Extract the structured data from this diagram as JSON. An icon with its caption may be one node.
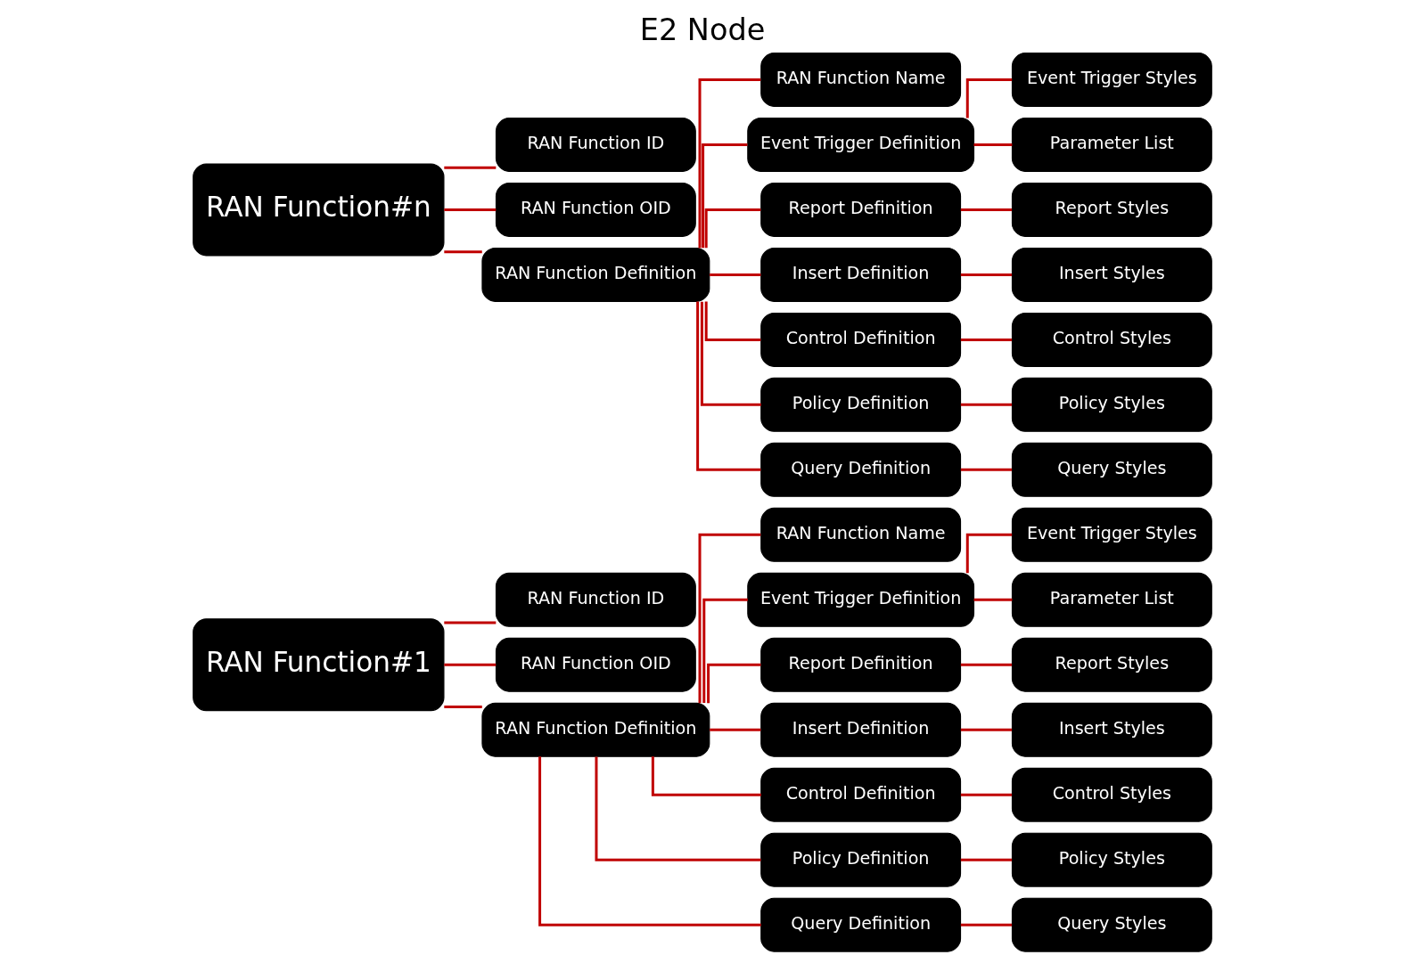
{
  "diagram": {
    "title": "E2 Node",
    "nodes": [
      {
        "text": [
          "RAN Function#1"
        ]
      },
      {
        "text": [
          "RAN Function ID"
        ]
      },
      {
        "text": [
          "RAN Function OID"
        ]
      },
      {
        "text": [
          "RAN Function Definition"
        ]
      },
      {
        "text": [
          "RAN Function Name"
        ]
      },
      {
        "text": [
          "Event Trigger Definition"
        ]
      },
      {
        "text": [
          "Report Definition"
        ]
      },
      {
        "text": [
          "Insert Definition"
        ]
      },
      {
        "text": [
          "Control Definition"
        ]
      },
      {
        "text": [
          "Policy Definition"
        ]
      },
      {
        "text": [
          "Query Definition"
        ]
      },
      {
        "text": [
          "Event Trigger Styles"
        ]
      },
      {
        "text": [
          "Parameter List"
        ]
      },
      {
        "text": [
          "Report Styles"
        ]
      },
      {
        "text": [
          "Insert Styles"
        ]
      },
      {
        "text": [
          "Control Styles"
        ]
      },
      {
        "text": [
          "Policy Styles"
        ]
      },
      {
        "text": [
          "Query Styles"
        ]
      },
      {
        "text": [
          "RAN Function#n"
        ]
      },
      {
        "text": [
          "RAN Function ID"
        ]
      },
      {
        "text": [
          "RAN Function OID"
        ]
      },
      {
        "text": [
          "RAN Function Definition"
        ]
      },
      {
        "text": [
          "RAN Function Name"
        ]
      },
      {
        "text": [
          "Event Trigger Definition"
        ]
      },
      {
        "text": [
          "Report Definition"
        ]
      },
      {
        "text": [
          "Insert Definition"
        ]
      },
      {
        "text": [
          "Control Definition"
        ]
      },
      {
        "text": [
          "Policy Definition"
        ]
      },
      {
        "text": [
          "Query Definition"
        ]
      },
      {
        "text": [
          "Event Trigger Styles"
        ]
      },
      {
        "text": [
          "Parameter List"
        ]
      },
      {
        "text": [
          "Report Styles"
        ]
      },
      {
        "text": [
          "Insert Styles"
        ]
      },
      {
        "text": [
          "Control Styles"
        ]
      },
      {
        "text": [
          "Policy Styles"
        ]
      },
      {
        "text": [
          "Query Styles"
        ]
      }
    ],
    "edges": [
      {
        "from": 0,
        "to": 1,
        "arrow": "none"
      },
      {
        "from": 0,
        "to": 2,
        "arrow": "none"
      },
      {
        "from": 0,
        "to": 3,
        "arrow": "none"
      },
      {
        "from": 3,
        "to": 4,
        "arrow": "none"
      },
      {
        "from": 3,
        "to": 5,
        "arrow": "none"
      },
      {
        "from": 3,
        "to": 6,
        "arrow": "none"
      },
      {
        "from": 3,
        "to": 7,
        "arrow": "none"
      },
      {
        "from": 3,
        "to": 8,
        "arrow": "none"
      },
      {
        "from": 3,
        "to": 9,
        "arrow": "none"
      },
      {
        "from": 3,
        "to": 10,
        "arrow": "none"
      },
      {
        "from": 5,
        "to": 11,
        "arrow": "none"
      },
      {
        "from": 5,
        "to": 12,
        "arrow": "none"
      },
      {
        "from": 6,
        "to": 13,
        "arrow": "none"
      },
      {
        "from": 7,
        "to": 14,
        "arrow": "none"
      },
      {
        "from": 8,
        "to": 15,
        "arrow": "none"
      },
      {
        "from": 9,
        "to": 16,
        "arrow": "none"
      },
      {
        "from": 10,
        "to": 17,
        "arrow": "none"
      },
      {
        "from": 18,
        "to": 19,
        "arrow": "none"
      },
      {
        "from": 18,
        "to": 20,
        "arrow": "none"
      },
      {
        "from": 18,
        "to": 21,
        "arrow": "none"
      },
      {
        "from": 21,
        "to": 22,
        "arrow": "none"
      },
      {
        "from": 21,
        "to": 23,
        "arrow": "none"
      },
      {
        "from": 21,
        "to": 24,
        "arrow": "none"
      },
      {
        "from": 21,
        "to": 25,
        "arrow": "none"
      },
      {
        "from": 21,
        "to": 26,
        "arrow": "none"
      },
      {
        "from": 21,
        "to": 27,
        "arrow": "none"
      },
      {
        "from": 21,
        "to": 28,
        "arrow": "none"
      },
      {
        "from": 23,
        "to": 29,
        "arrow": "none"
      },
      {
        "from": 23,
        "to": 30,
        "arrow": "none"
      },
      {
        "from": 24,
        "to": 31,
        "arrow": "none"
      },
      {
        "from": 25,
        "to": 32,
        "arrow": "none"
      },
      {
        "from": 26,
        "to": 33,
        "arrow": "none"
      },
      {
        "from": 27,
        "to": 34,
        "arrow": "none"
      },
      {
        "from": 28,
        "to": 35,
        "arrow": "none"
      }
    ]
  }
}
